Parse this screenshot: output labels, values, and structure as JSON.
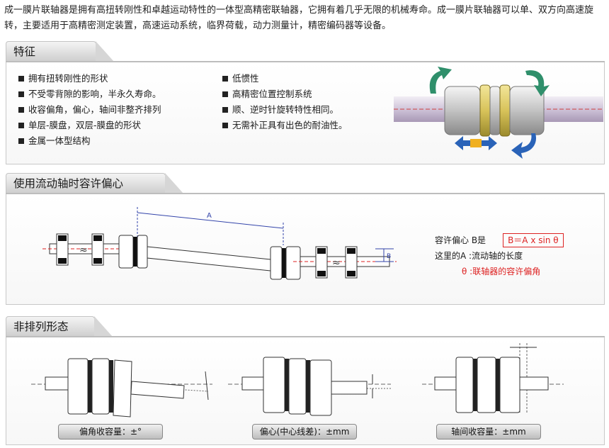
{
  "intro": {
    "text": "成一膜片联轴器是拥有高扭转刚性和卓越运动特性的一体型高精密联轴器，它拥有着几乎无限的机械寿命。成一膜片联轴器可以单、双方向高速旋转，主要适用于高精密测定装置，高速运动系统，临界荷载，动力测量计，精密编码器等设备。"
  },
  "features": {
    "title": "特征",
    "left": [
      "拥有扭转刚性的形状",
      "不受零背隙的影响，半永久寿命。",
      "收容偏角，偏心，轴间非整齐排列",
      "单层-膜盘，双层-膜盘的形状",
      "金属一体型结构"
    ],
    "right": [
      "低惯性",
      "高精密位置控制系统",
      "顺、逆时针旋转特性相同。",
      "无需补正具有出色的耐油性。"
    ]
  },
  "floating": {
    "title": "使用流动轴时容许偏心",
    "dim_a": "A",
    "dim_b": "B",
    "line1_label": "容许偏心 B是",
    "formula": "B＝A x sin θ",
    "line2": "这里的A :流动轴的长度",
    "line3": "θ :联轴器的容许偏角"
  },
  "misalign": {
    "title": "非排列形态",
    "angular": "偏角收容量：±°",
    "parallel": "偏心(中心线差)：±mm",
    "axial": "轴间收容量：±mm"
  },
  "colors": {
    "accent_red": "#d22222",
    "arrow_green": "#2f8f6b",
    "arrow_blue": "#2a63b8",
    "hub_gold": "#d8c35a"
  }
}
